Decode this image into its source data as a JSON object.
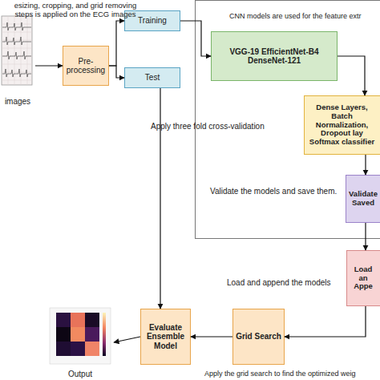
{
  "diagram": {
    "nodes": [
      {
        "text": [
          "images"
        ]
      },
      {
        "text": [
          "Pre-processing"
        ]
      },
      {
        "text": [
          "Training"
        ]
      },
      {
        "text": [
          "Test"
        ]
      },
      {
        "text": [
          "CNN models are used for the feature extr"
        ]
      },
      {
        "text": [
          "VGG-19 EfficientNet-B4 DenseNet-121"
        ],
        "in": 4
      },
      {
        "text": [
          "Dense Layers, Batch Normalization, Dropout lay Softmax classifier"
        ],
        "in": 4
      },
      {
        "text": [
          "Validate Saved"
        ],
        "in": 4
      },
      {
        "text": [
          "Load an Appe"
        ]
      },
      {
        "text": [
          "Evaluate Ensemble Model"
        ]
      },
      {
        "text": [
          "Grid Search"
        ]
      },
      {
        "text": [
          "Output"
        ]
      }
    ],
    "edges": [
      {
        "from": 0,
        "to": 1,
        "arrow": "to"
      },
      {
        "from": 1,
        "to": 2,
        "arrow": "to"
      },
      {
        "from": 1,
        "to": 3,
        "arrow": "to"
      },
      {
        "from": 2,
        "to": 5,
        "arrow": "to"
      },
      {
        "from": 5,
        "to": 6,
        "arrow": "to"
      },
      {
        "from": 6,
        "to": 7,
        "arrow": "to"
      },
      {
        "from": 7,
        "to": 8,
        "arrow": "to"
      },
      {
        "from": 8,
        "to": 10,
        "arrow": "to"
      },
      {
        "from": 10,
        "to": 9,
        "arrow": "to"
      },
      {
        "from": 9,
        "to": 11,
        "arrow": "to"
      },
      {
        "from": 3,
        "to": 9,
        "arrow": "to"
      }
    ],
    "labels": [
      "esizing, cropping, and grid removing steps is applied on the ECG images",
      "Apply three fold cross-validation",
      "Validate the models and save them.",
      "Load and append the models",
      "Apply the grid search to find the optimized weig"
    ]
  }
}
